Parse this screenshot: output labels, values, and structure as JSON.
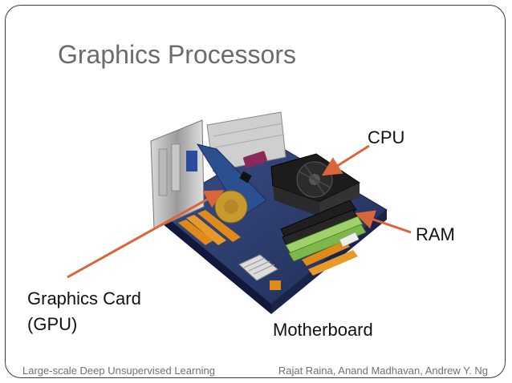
{
  "slide": {
    "title": "Graphics Processors",
    "labels": {
      "cpu": "CPU",
      "ram": "RAM",
      "gpu_line1": "Graphics Card",
      "gpu_line2": "(GPU)",
      "motherboard": "Motherboard"
    },
    "footer": {
      "left": "Large-scale Deep Unsupervised Learning",
      "right": "Rajat Raina, Anand Madhavan, Andrew Y. Ng"
    }
  },
  "colors": {
    "arrow": "#d9663a",
    "title": "#6b6b6b",
    "frame": "#3a3a3a",
    "footer": "#707070"
  },
  "icons": {
    "photo": "computer-motherboard-photo"
  }
}
